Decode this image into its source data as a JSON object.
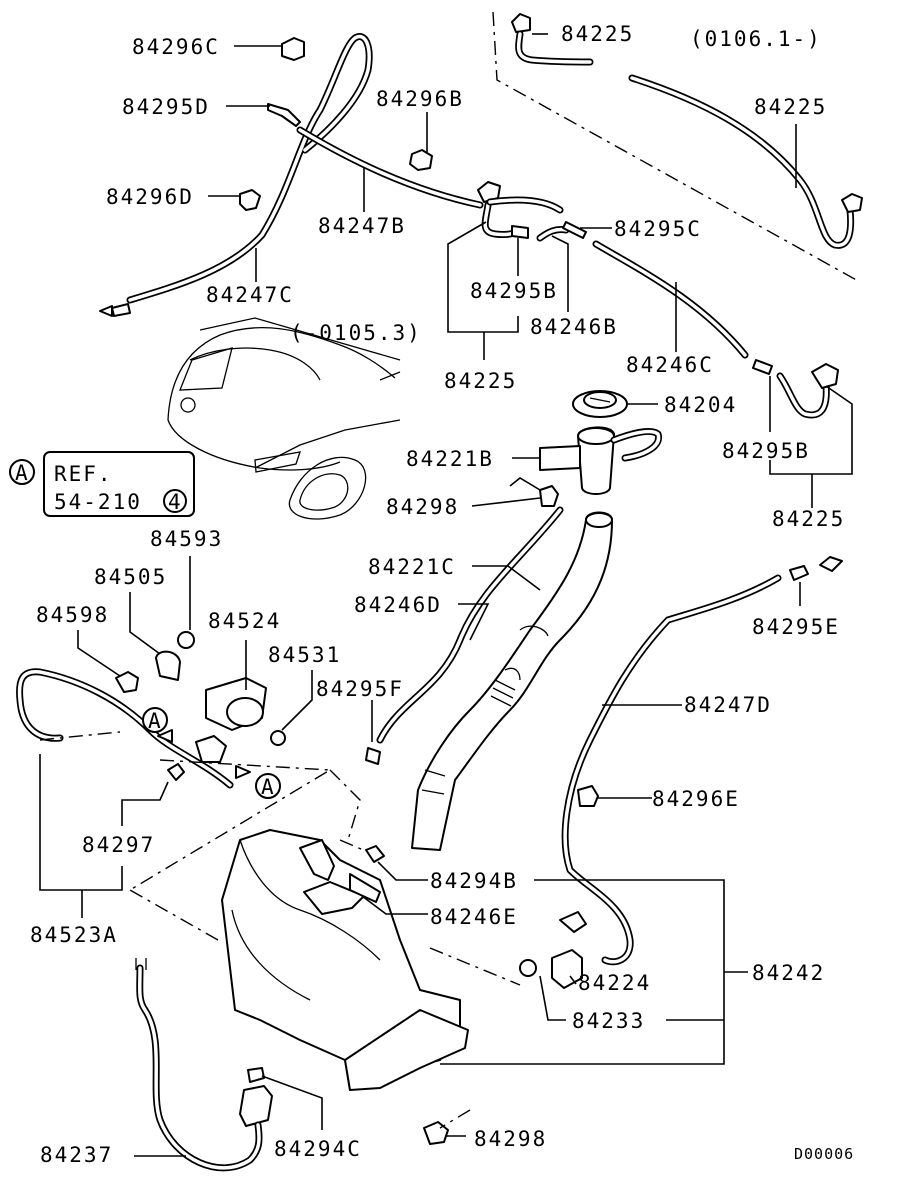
{
  "date_ranges": {
    "new": "(0106.1-)",
    "old": "(-0105.3)"
  },
  "reference": {
    "marker": "A",
    "ref_line": "REF.",
    "ref_code": "54-210",
    "ref_sub": "4"
  },
  "markers": {
    "a1": "A",
    "a2": "A"
  },
  "drawing_id": "D00006",
  "parts": {
    "p84296C": "84296C",
    "p84295D": "84295D",
    "p84296B": "84296B",
    "p84296D": "84296D",
    "p84247B": "84247B",
    "p84247C": "84247C",
    "p84225_top": "84225",
    "p84225_right": "84225",
    "p84295C": "84295C",
    "p84295B_mid": "84295B",
    "p84246B": "84246B",
    "p84225_mid": "84225",
    "p84246C": "84246C",
    "p84204": "84204",
    "p84221B": "84221B",
    "p84295B_right": "84295B",
    "p84298_top": "84298",
    "p84225_lowright": "84225",
    "p84593": "84593",
    "p84221C": "84221C",
    "p84505": "84505",
    "p84246D": "84246D",
    "p84598": "84598",
    "p84524": "84524",
    "p84295E": "84295E",
    "p84531": "84531",
    "p84295F": "84295F",
    "p84247D": "84247D",
    "p84296E": "84296E",
    "p84297": "84297",
    "p84294B": "84294B",
    "p84246E": "84246E",
    "p84523A": "84523A",
    "p84242": "84242",
    "p84224": "84224",
    "p84233": "84233",
    "p84298_bottom": "84298",
    "p84237": "84237",
    "p84294C": "84294C"
  }
}
